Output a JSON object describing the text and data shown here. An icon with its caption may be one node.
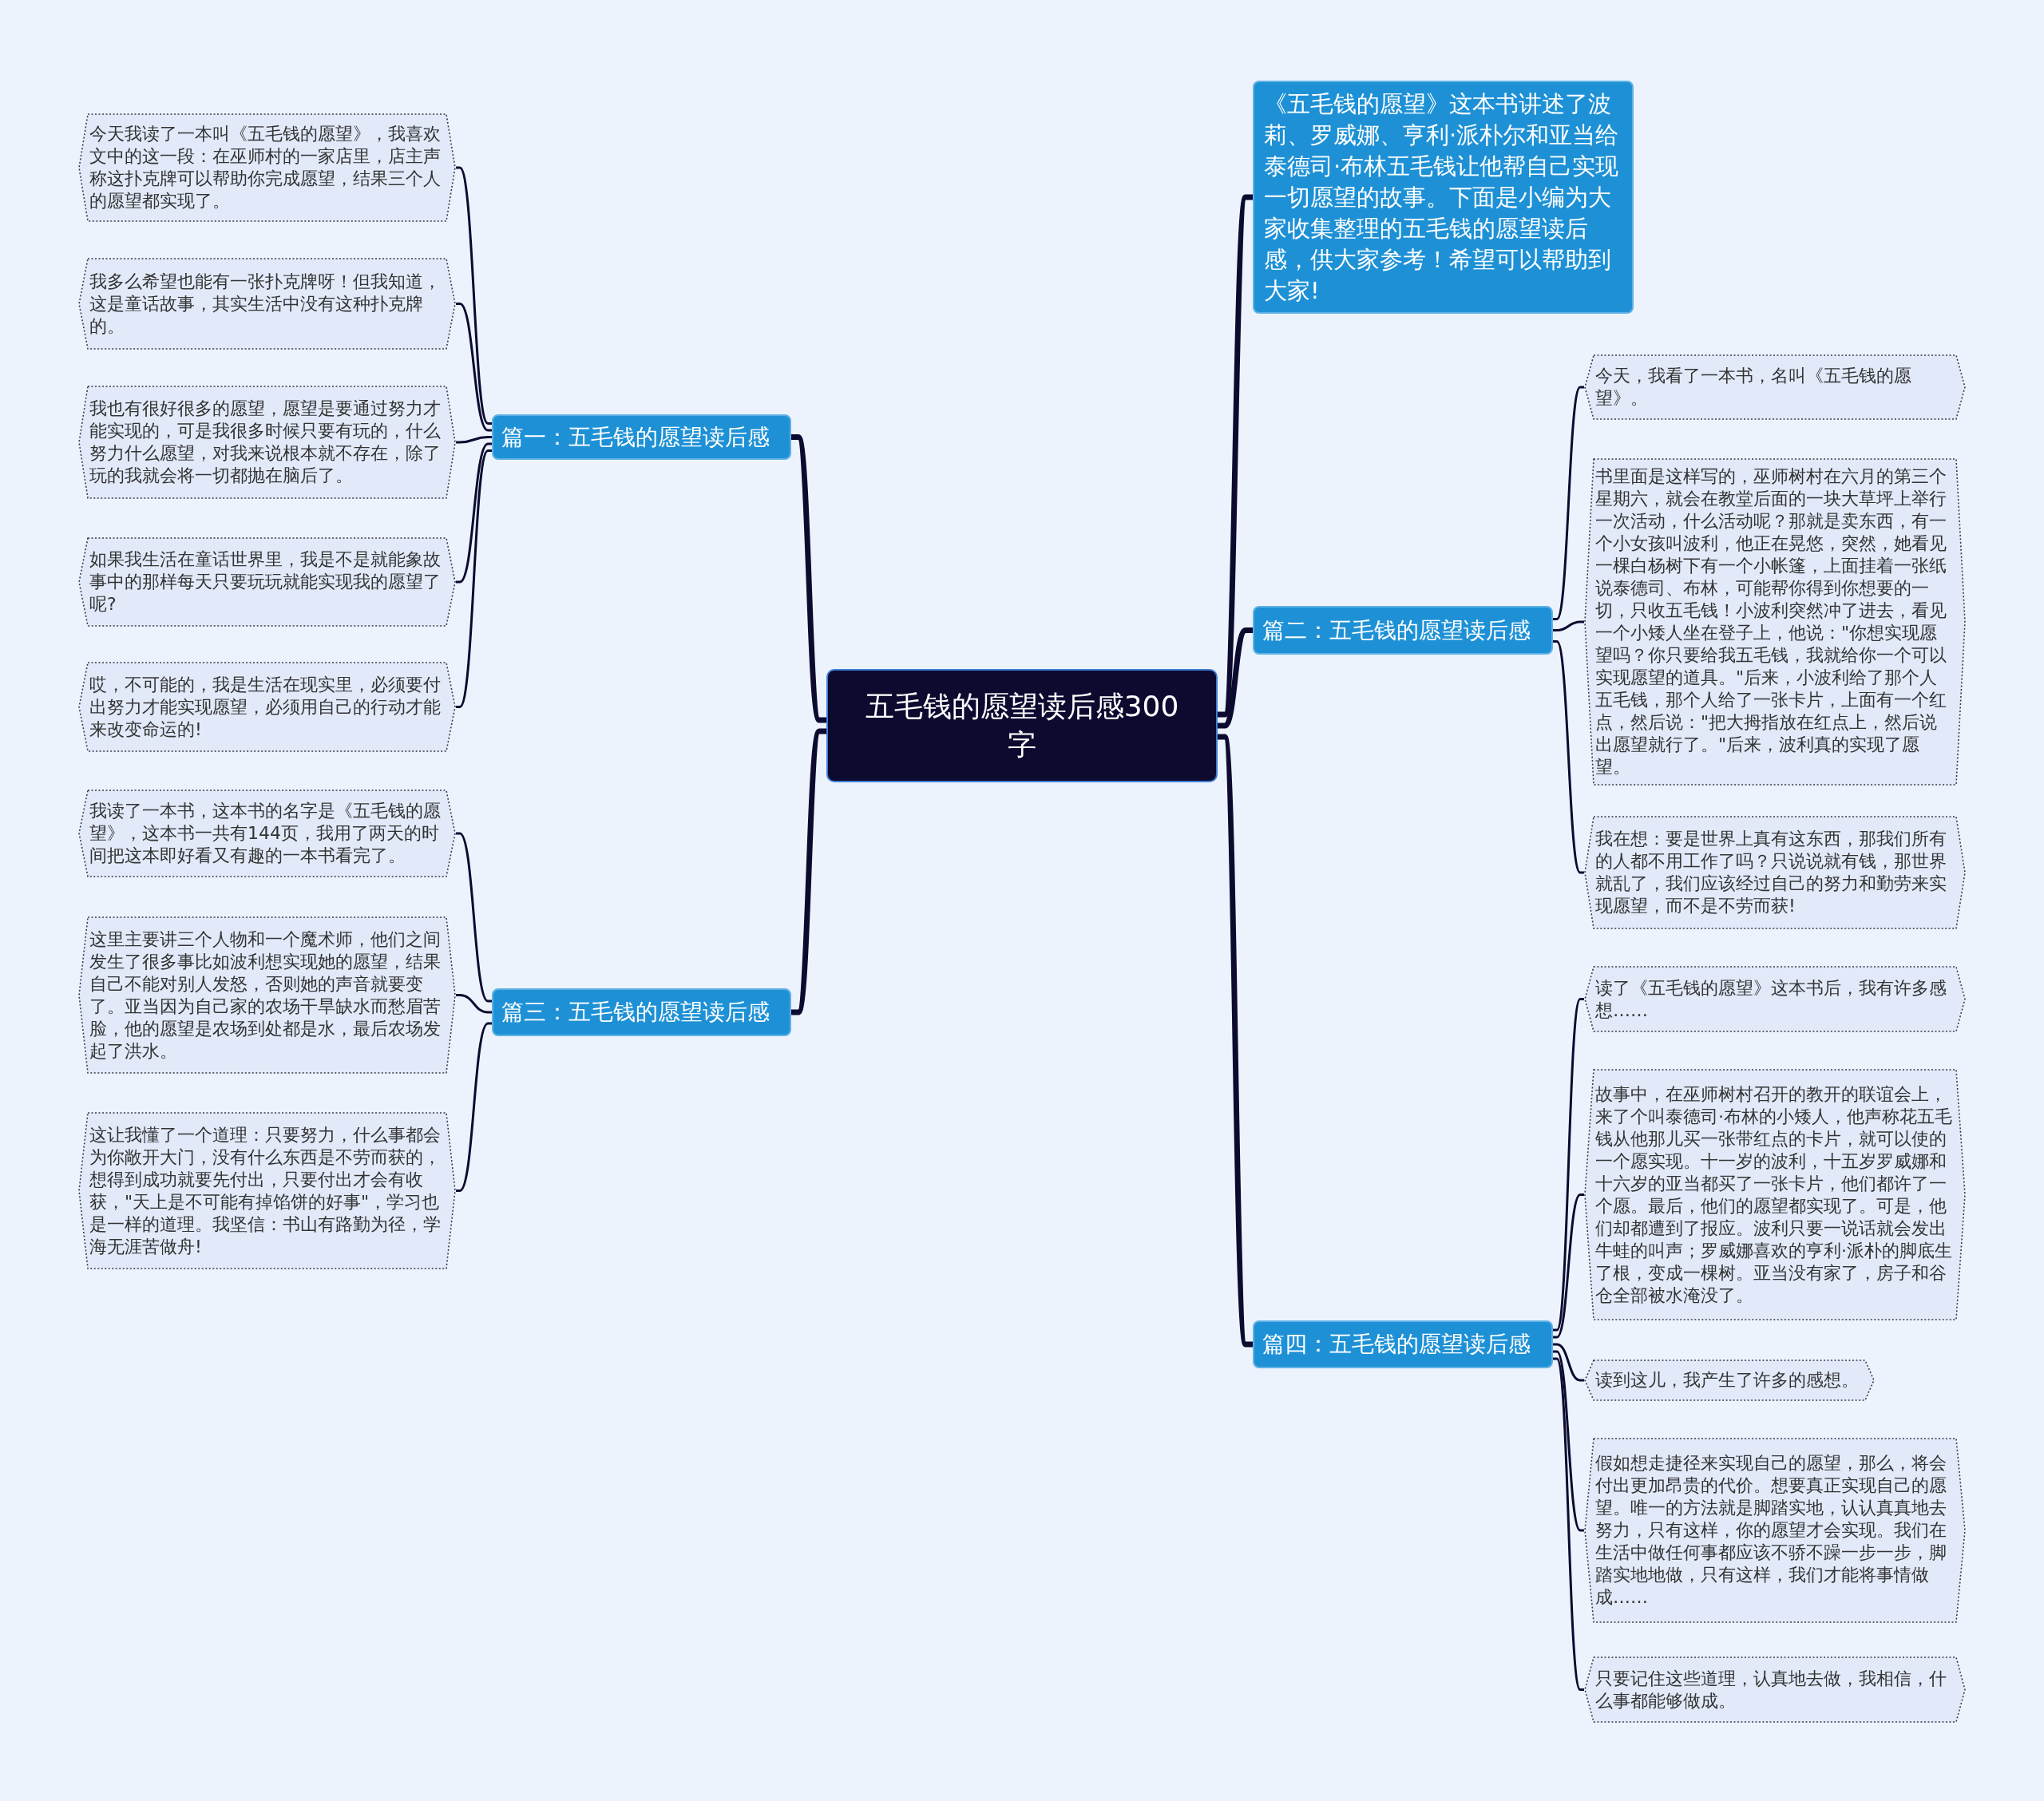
{
  "diagram": {
    "nodes": [
      {
        "text": [
          "五毛钱的愿望读后感300字"
        ]
      },
      {
        "text": [
          "篇一：五毛钱的愿望读后感"
        ]
      },
      {
        "text": [
          "今天我读了一本叫《五毛钱的愿望》，我喜欢文中的这一段：在巫师村的一家店里，店主声称这扑克牌可以帮助你完成愿望，结果三个人的愿望都实现了。"
        ]
      },
      {
        "text": [
          "我多么希望也能有一张扑克牌呀！但我知道，这是童话故事，其实生活中没有这种扑克牌的。"
        ]
      },
      {
        "text": [
          "我也有很好很多的愿望，愿望是要通过努力才能实现的，可是我很多时候只要有玩的，什么努力什么愿望，对我来说根本就不存在，除了玩的我就会将一切都抛在脑后了。"
        ]
      },
      {
        "text": [
          "如果我生活在童话世界里，我是不是就能象故事中的那样每天只要玩玩就能实现我的愿望了呢?"
        ]
      },
      {
        "text": [
          "哎，不可能的，我是生活在现实里，必须要付出努力才能实现愿望，必须用自己的行动才能来改变命运的!"
        ]
      },
      {
        "text": [
          "篇三：五毛钱的愿望读后感"
        ]
      },
      {
        "text": [
          "我读了一本书，这本书的名字是《五毛钱的愿望》，这本书一共有144页，我用了两天的时间把这本即好看又有趣的一本书看完了。"
        ]
      },
      {
        "text": [
          "这里主要讲三个人物和一个魔术师，他们之间发生了很多事比如波利想实现她的愿望，结果自己不能对别人发怒，否则她的声音就要变了。亚当因为自己家的农场干旱缺水而愁眉苦脸，他的愿望是农场到处都是水，最后农场发起了洪水。"
        ]
      },
      {
        "text": [
          "这让我懂了一个道理：只要努力，什么事都会为你敞开大门，没有什么东西是不劳而获的，想得到成功就要先付出，只要付出才会有收获，\"天上是不可能有掉馅饼的好事\"，学习也是一样的道理。我坚信：书山有路勤为径，学海无涯苦做舟!"
        ]
      },
      {
        "text": [
          "《五毛钱的愿望》这本书讲述了波莉、罗威娜、亨利·派朴尔和亚当给泰德司·布林五毛钱让他帮自己实现一切愿望的故事。下面是小编为大家收集整理的五毛钱的愿望读后感，供大家参考！希望可以帮助到大家!"
        ]
      },
      {
        "text": [
          "篇二：五毛钱的愿望读后感"
        ]
      },
      {
        "text": [
          "今天，我看了一本书，名叫《五毛钱的愿望》。"
        ]
      },
      {
        "text": [
          "书里面是这样写的，巫师树村在六月的第三个星期六，就会在教堂后面的一块大草坪上举行一次活动，什么活动呢？那就是卖东西，有一个小女孩叫波利，他正在晃悠，突然，她看见一棵白杨树下有一个小帐篷，上面挂着一张纸说泰德司、布林，可能帮你得到你想要的一切，只收五毛钱！小波利突然冲了进去，看见一个小矮人坐在登子上，他说：\"你想实现愿望吗？你只要给我五毛钱，我就给你一个可以实现愿望的道具。\"后来，小波利给了那个人五毛钱，那个人给了一张卡片，上面有一个红点，然后说：\"把大拇指放在红点上，然后说出愿望就行了。\"后来，波利真的实现了愿望。"
        ]
      },
      {
        "text": [
          "我在想：要是世界上真有这东西，那我们所有的人都不用工作了吗？只说说就有钱，那世界就乱了，我们应该经过自己的努力和勤劳来实现愿望，而不是不劳而获!"
        ]
      },
      {
        "text": [
          "篇四：五毛钱的愿望读后感"
        ]
      },
      {
        "text": [
          "读了《五毛钱的愿望》这本书后，我有许多感想……"
        ]
      },
      {
        "text": [
          "故事中，在巫师树村召开的教开的联谊会上，来了个叫泰德司·布林的小矮人，他声称花五毛钱从他那儿买一张带红点的卡片，就可以使的一个愿实现。十一岁的波利，十五岁罗威娜和十六岁的亚当都买了一张卡片，他们都许了一个愿。最后，他们的愿望都实现了。可是，他们却都遭到了报应。波利只要一说话就会发出牛蛙的叫声；罗威娜喜欢的亨利·派朴的脚底生了根，变成一棵树。亚当没有家了，房子和谷仓全部被水淹没了。"
        ]
      },
      {
        "text": [
          "读到这儿，我产生了许多的感想。"
        ]
      },
      {
        "text": [
          "假如想走捷径来实现自己的愿望，那么，将会付出更加昂贵的代价。想要真正实现自己的愿望。唯一的方法就是脚踏实地，认认真真地去努力，只有这样，你的愿望才会实现。我们在生活中做任何事都应该不骄不躁一步一步，脚踏实地地做，只有这样，我们才能将事情做成……"
        ]
      },
      {
        "text": [
          "只要记住这些道理，认真地去做，我相信，什么事都能够做成。"
        ]
      }
    ],
    "edges": [
      {
        "from": 0,
        "to": 1,
        "arrow": "none",
        "style": "thick"
      },
      {
        "from": 1,
        "to": 2,
        "arrow": "none"
      },
      {
        "from": 1,
        "to": 3,
        "arrow": "none"
      },
      {
        "from": 1,
        "to": 4,
        "arrow": "none"
      },
      {
        "from": 1,
        "to": 5,
        "arrow": "none"
      },
      {
        "from": 1,
        "to": 6,
        "arrow": "none"
      },
      {
        "from": 0,
        "to": 7,
        "arrow": "none",
        "style": "thick"
      },
      {
        "from": 7,
        "to": 8,
        "arrow": "none"
      },
      {
        "from": 7,
        "to": 9,
        "arrow": "none"
      },
      {
        "from": 7,
        "to": 10,
        "arrow": "none"
      },
      {
        "from": 0,
        "to": 11,
        "arrow": "none",
        "style": "thick"
      },
      {
        "from": 0,
        "to": 12,
        "arrow": "none",
        "style": "thick"
      },
      {
        "from": 12,
        "to": 13,
        "arrow": "none"
      },
      {
        "from": 12,
        "to": 14,
        "arrow": "none"
      },
      {
        "from": 12,
        "to": 15,
        "arrow": "none"
      },
      {
        "from": 0,
        "to": 16,
        "arrow": "none",
        "style": "thick"
      },
      {
        "from": 16,
        "to": 17,
        "arrow": "none"
      },
      {
        "from": 16,
        "to": 18,
        "arrow": "none"
      },
      {
        "from": 16,
        "to": 19,
        "arrow": "none"
      },
      {
        "from": 16,
        "to": 20,
        "arrow": "none"
      },
      {
        "from": 16,
        "to": 21,
        "arrow": "none"
      }
    ]
  }
}
